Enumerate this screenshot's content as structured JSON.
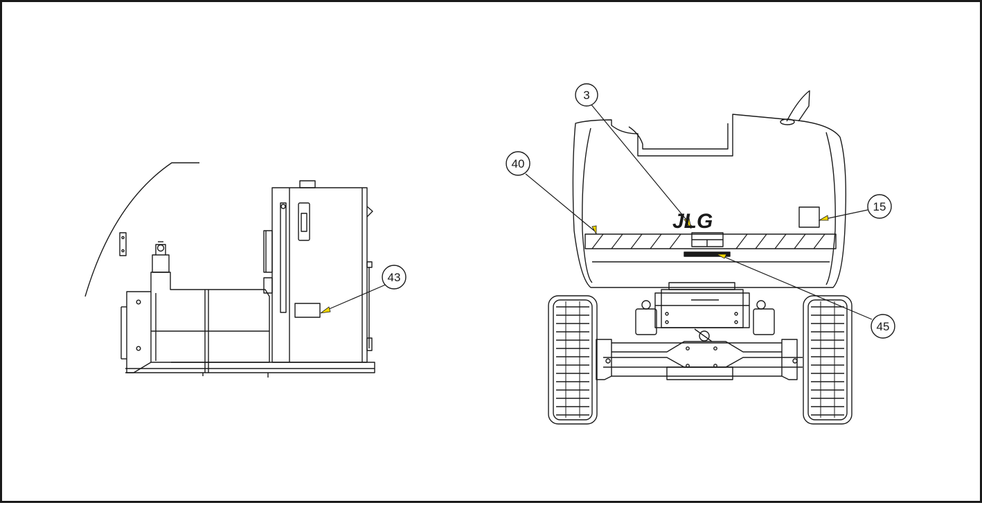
{
  "diagram": {
    "brand_logo": "JLG",
    "callouts": {
      "c3": "3",
      "c40": "40",
      "c15": "15",
      "c43": "43",
      "c45": "45"
    },
    "colors": {
      "line": "#1a1a1a",
      "arrow": "#f2d600",
      "background": "#ffffff"
    }
  }
}
